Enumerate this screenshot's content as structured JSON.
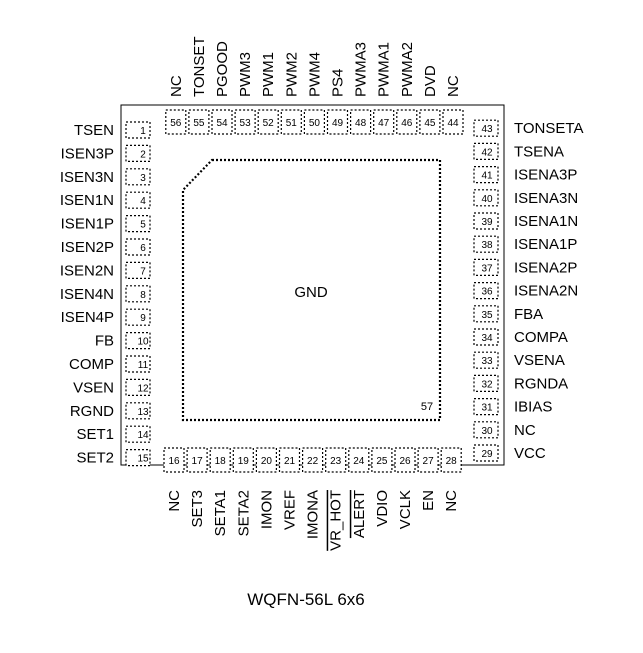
{
  "package_label": "WQFN-56L 6x6",
  "center_label": "GND",
  "epad_pin": "57",
  "left_pins": [
    {
      "num": "1",
      "name": "TSEN"
    },
    {
      "num": "2",
      "name": "ISEN3P"
    },
    {
      "num": "3",
      "name": "ISEN3N"
    },
    {
      "num": "4",
      "name": "ISEN1N"
    },
    {
      "num": "5",
      "name": "ISEN1P"
    },
    {
      "num": "6",
      "name": "ISEN2P"
    },
    {
      "num": "7",
      "name": "ISEN2N"
    },
    {
      "num": "8",
      "name": "ISEN4N"
    },
    {
      "num": "9",
      "name": "ISEN4P"
    },
    {
      "num": "10",
      "name": "FB"
    },
    {
      "num": "11",
      "name": "COMP"
    },
    {
      "num": "12",
      "name": "VSEN"
    },
    {
      "num": "13",
      "name": "RGND"
    },
    {
      "num": "14",
      "name": "SET1"
    },
    {
      "num": "15",
      "name": "SET2"
    }
  ],
  "bottom_pins": [
    {
      "num": "16",
      "name": "NC"
    },
    {
      "num": "17",
      "name": "SET3"
    },
    {
      "num": "18",
      "name": "SETA1"
    },
    {
      "num": "19",
      "name": "SETA2"
    },
    {
      "num": "20",
      "name": "IMON"
    },
    {
      "num": "21",
      "name": "VREF"
    },
    {
      "num": "22",
      "name": "IMONA"
    },
    {
      "num": "23",
      "name": "VR_HOT",
      "overline": true
    },
    {
      "num": "24",
      "name": "ALERT",
      "overline": true
    },
    {
      "num": "25",
      "name": "VDIO"
    },
    {
      "num": "26",
      "name": "VCLK"
    },
    {
      "num": "27",
      "name": "EN"
    },
    {
      "num": "28",
      "name": "NC"
    }
  ],
  "right_pins": [
    {
      "num": "29",
      "name": "VCC"
    },
    {
      "num": "30",
      "name": "NC"
    },
    {
      "num": "31",
      "name": "IBIAS"
    },
    {
      "num": "32",
      "name": "RGNDA"
    },
    {
      "num": "33",
      "name": "VSENA"
    },
    {
      "num": "34",
      "name": "COMPA"
    },
    {
      "num": "35",
      "name": "FBA"
    },
    {
      "num": "36",
      "name": "ISENA2N"
    },
    {
      "num": "37",
      "name": "ISENA2P"
    },
    {
      "num": "38",
      "name": "ISENA1P"
    },
    {
      "num": "39",
      "name": "ISENA1N"
    },
    {
      "num": "40",
      "name": "ISENA3N"
    },
    {
      "num": "41",
      "name": "ISENA3P"
    },
    {
      "num": "42",
      "name": "TSENA"
    },
    {
      "num": "43",
      "name": "TONSETA"
    }
  ],
  "top_pins": [
    {
      "num": "44",
      "name": "NC"
    },
    {
      "num": "45",
      "name": "DVD"
    },
    {
      "num": "46",
      "name": "PWMA2"
    },
    {
      "num": "47",
      "name": "PWMA1"
    },
    {
      "num": "48",
      "name": "PWMA3"
    },
    {
      "num": "49",
      "name": "PS4"
    },
    {
      "num": "50",
      "name": "PWM4"
    },
    {
      "num": "51",
      "name": "PWM2"
    },
    {
      "num": "52",
      "name": "PWM1"
    },
    {
      "num": "53",
      "name": "PWM3"
    },
    {
      "num": "54",
      "name": "PGOOD"
    },
    {
      "num": "55",
      "name": "TONSET"
    },
    {
      "num": "56",
      "name": "NC"
    }
  ]
}
